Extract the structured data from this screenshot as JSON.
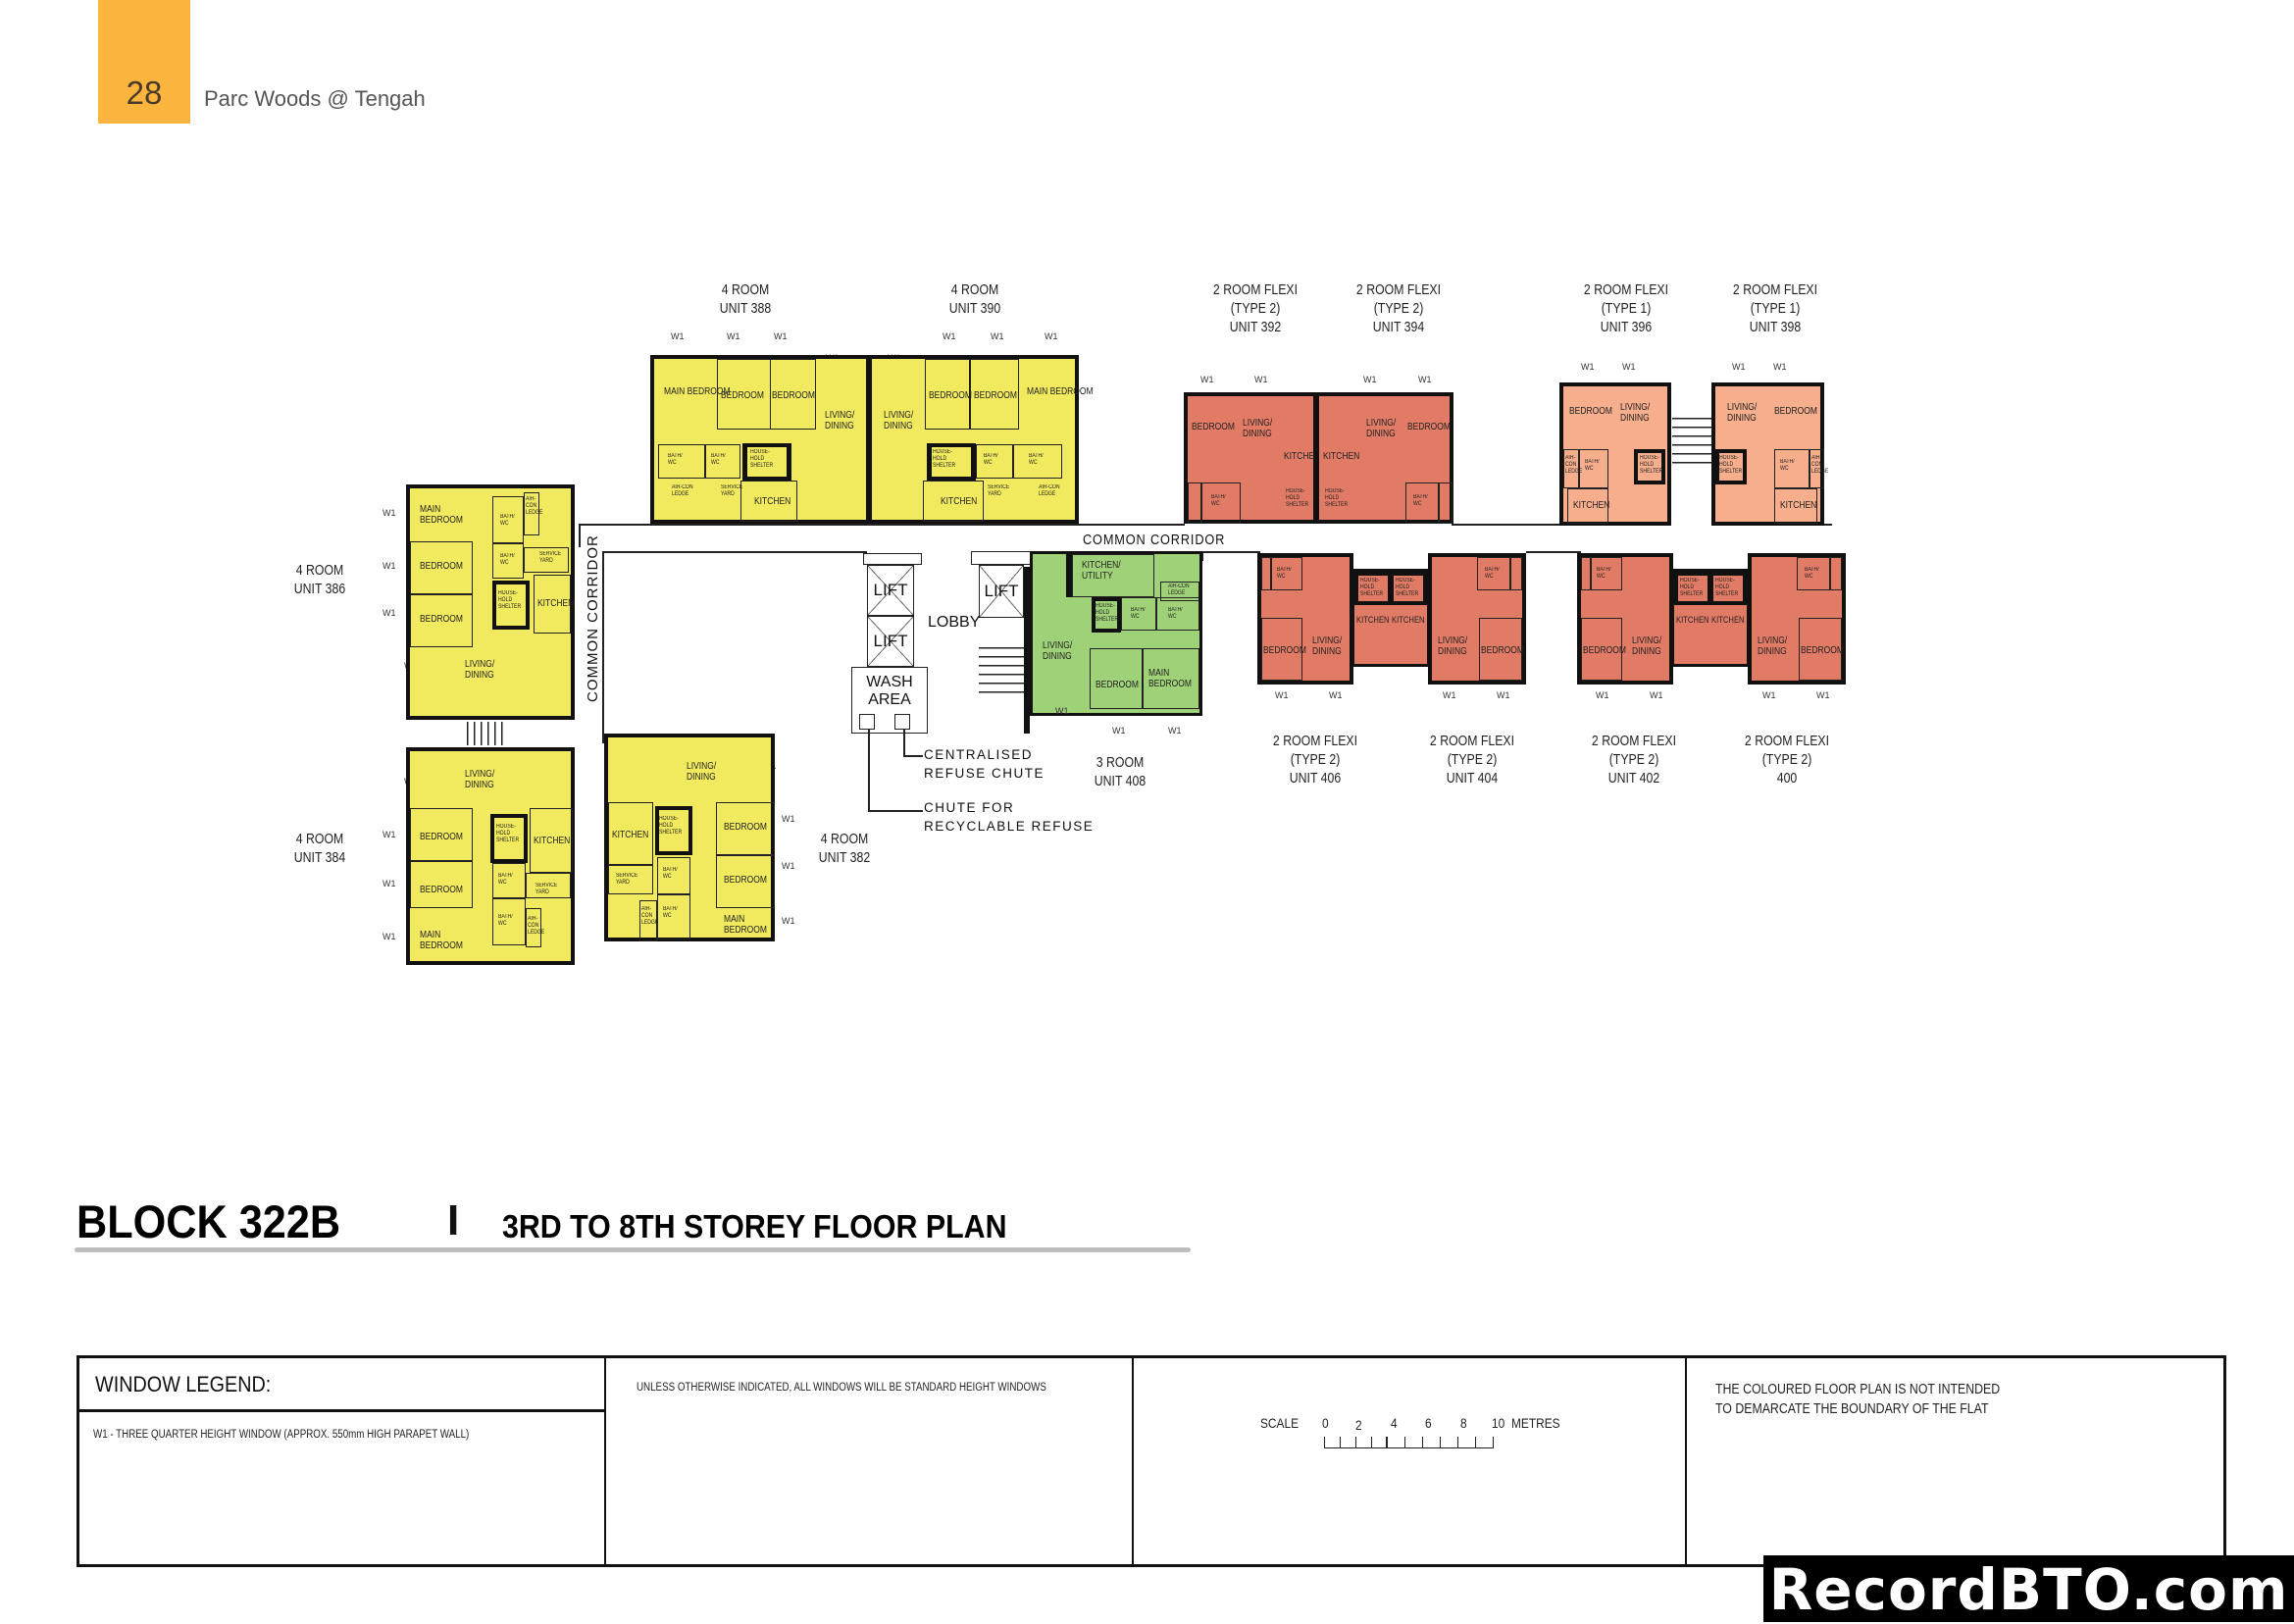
{
  "header": {
    "page_number": "28",
    "document_title": "Parc Woods @ Tengah",
    "accent_color": "#fbb53e"
  },
  "plan": {
    "colors": {
      "four_room": "#f2ea5e",
      "three_room": "#9fd178",
      "two_room_flexi_type2": "#e27b65",
      "two_room_flexi_type1": "#f6ae8c"
    },
    "window_tag": "W1",
    "units": [
      {
        "id": "388",
        "type": "4 ROOM",
        "label_line1": "4 ROOM",
        "label_line2": "UNIT 388"
      },
      {
        "id": "390",
        "type": "4 ROOM",
        "label_line1": "4 ROOM",
        "label_line2": "UNIT 390"
      },
      {
        "id": "392",
        "type": "2 ROOM FLEXI (TYPE 2)",
        "label_line1": "2 ROOM FLEXI",
        "label_line2": "(TYPE 2)",
        "label_line3": "UNIT 392"
      },
      {
        "id": "394",
        "type": "2 ROOM FLEXI (TYPE 2)",
        "label_line1": "2 ROOM FLEXI",
        "label_line2": "(TYPE 2)",
        "label_line3": "UNIT 394"
      },
      {
        "id": "396",
        "type": "2 ROOM FLEXI (TYPE 1)",
        "label_line1": "2 ROOM FLEXI",
        "label_line2": "(TYPE 1)",
        "label_line3": "UNIT 396"
      },
      {
        "id": "398",
        "type": "2 ROOM FLEXI (TYPE 1)",
        "label_line1": "2 ROOM FLEXI",
        "label_line2": "(TYPE 1)",
        "label_line3": "UNIT 398"
      },
      {
        "id": "386",
        "type": "4 ROOM",
        "label_line1": "4 ROOM",
        "label_line2": "UNIT 386"
      },
      {
        "id": "384",
        "type": "4 ROOM",
        "label_line1": "4 ROOM",
        "label_line2": "UNIT 384"
      },
      {
        "id": "382",
        "type": "4 ROOM",
        "label_line1": "4 ROOM",
        "label_line2": "UNIT 382"
      },
      {
        "id": "408",
        "type": "3 ROOM",
        "label_line1": "3 ROOM",
        "label_line2": "UNIT 408"
      },
      {
        "id": "406",
        "type": "2 ROOM FLEXI (TYPE 2)",
        "label_line1": "2 ROOM FLEXI",
        "label_line2": "(TYPE 2)",
        "label_line3": "UNIT 406"
      },
      {
        "id": "404",
        "type": "2 ROOM FLEXI (TYPE 2)",
        "label_line1": "2 ROOM FLEXI",
        "label_line2": "(TYPE 2)",
        "label_line3": "UNIT 404"
      },
      {
        "id": "402",
        "type": "2 ROOM FLEXI (TYPE 2)",
        "label_line1": "2 ROOM FLEXI",
        "label_line2": "(TYPE 2)",
        "label_line3": "UNIT 402"
      },
      {
        "id": "400",
        "type": "2 ROOM FLEXI (TYPE 2)",
        "label_line1": "2 ROOM FLEXI",
        "label_line2": "(TYPE 2)",
        "label_line3": "400"
      }
    ],
    "rooms": {
      "main_bedroom": "MAIN BEDROOM",
      "bedroom": "BEDROOM",
      "living_dining": "LIVING/ DINING",
      "kitchen": "KITCHEN",
      "kitchen_utility": "KITCHEN/ UTILITY",
      "bath_wc": "BATH/ WC",
      "household_shelter": "HOUSE- HOLD SHELTER",
      "aircon_ledge": "AIR-CON LEDGE",
      "service_yard": "SERVICE YARD"
    },
    "common": {
      "common_corridor": "COMMON CORRIDOR",
      "lift": "LIFT",
      "lobby": "LOBBY",
      "wash_area_line1": "WASH",
      "wash_area_line2": "AREA",
      "refuse_chute_line1": "CENTRALISED",
      "refuse_chute_line2": "REFUSE CHUTE",
      "recycle_chute_line1": "CHUTE FOR",
      "recycle_chute_line2": "RECYCLABLE REFUSE"
    }
  },
  "title": {
    "block": "BLOCK 322B",
    "separator": "I",
    "subtitle": "3RD TO 8TH STOREY FLOOR PLAN"
  },
  "legend": {
    "window_legend_title": "WINDOW LEGEND:",
    "window_legend_item": "W1  -  THREE QUARTER HEIGHT WINDOW (APPROX. 550mm HIGH PARAPET WALL)",
    "standard_note": "UNLESS OTHERWISE INDICATED,  ALL WINDOWS WILL BE STANDARD HEIGHT WINDOWS",
    "scale_label": "SCALE",
    "scale_ticks": [
      "0",
      "2",
      "4",
      "6",
      "8",
      "10"
    ],
    "scale_unit": "METRES",
    "disclaimer_line1": "THE COLOURED FLOOR PLAN IS NOT INTENDED",
    "disclaimer_line2": "TO DEMARCATE THE BOUNDARY OF THE FLAT"
  },
  "watermark": "RecordBTO.com"
}
